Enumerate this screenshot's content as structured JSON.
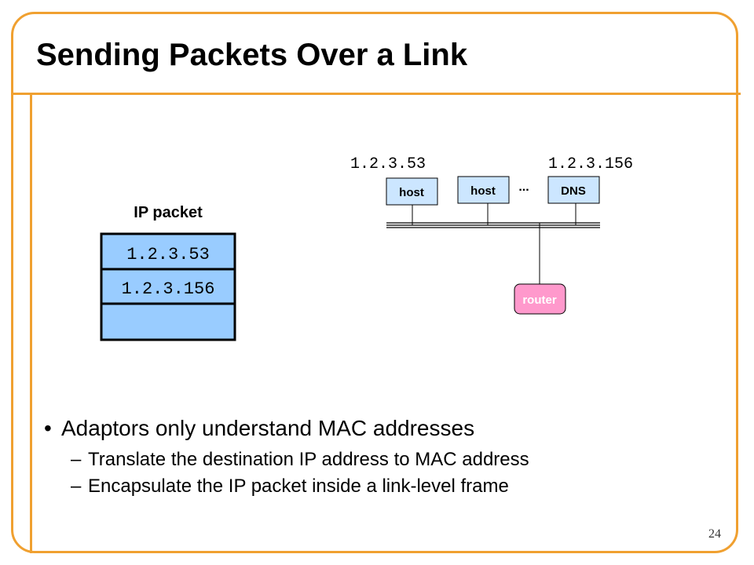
{
  "slide": {
    "title": "Sending Packets Over a Link",
    "page_number": "24",
    "accent_color": "#f0a030"
  },
  "packet": {
    "label": "IP packet",
    "src_ip": "1.2.3.53",
    "dst_ip": "1.2.3.156",
    "fill_color": "#99ccff"
  },
  "network": {
    "ip_left": "1.2.3.53",
    "ip_right": "1.2.3.156",
    "host1_label": "host",
    "host2_label": "host",
    "ellipsis": "...",
    "dns_label": "DNS",
    "router_label": "router",
    "host_fill": "#cce6ff",
    "router_fill": "#ff99cc"
  },
  "bullets": {
    "main": "Adaptors only understand MAC addresses",
    "sub1": "Translate the destination IP address to MAC address",
    "sub2": "Encapsulate the IP packet inside a link-level frame",
    "bullet_symbol": "•",
    "dash_symbol": "–"
  }
}
